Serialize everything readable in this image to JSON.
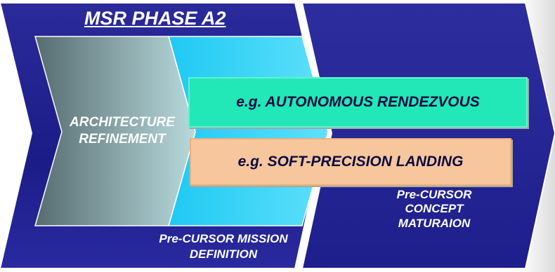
{
  "diagram": {
    "phase_title": "MSR PHASE A2",
    "architecture_label": "ARCHITECTURE REFINEMENT",
    "mission_label": "Pre-CURSOR  MISSION DEFINITION",
    "concept_label": "Pre-CURSOR CONCEPT MATURAION",
    "bands": {
      "rendezvous": "e.g. AUTONOMOUS RENDEZVOUS",
      "landing": "e.g. SOFT-PRECISION LANDING"
    }
  },
  "colors": {
    "chevron_blue": "#1f1f8c",
    "inner_gray": "#6f8b8f",
    "inner_cyan": "#2fd0f4",
    "band_teal": "#22e8b8",
    "band_peach": "#f8c69c"
  }
}
